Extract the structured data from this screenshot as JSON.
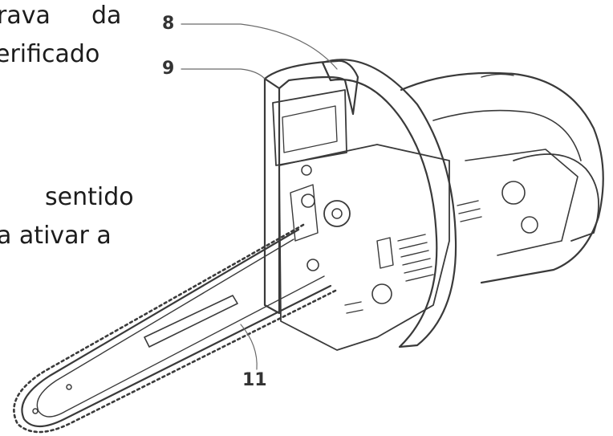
{
  "text_fragments": {
    "line1_word1": "rava",
    "line1_word2": "da",
    "line2": "erificado",
    "line3": "sentido",
    "line4": "a ativar a"
  },
  "callouts": {
    "label_8": "8",
    "label_9": "9",
    "label_11": "11"
  },
  "colors": {
    "text": "#1c1c1c",
    "line_art": "#3a3a3a",
    "background": "#ffffff"
  }
}
